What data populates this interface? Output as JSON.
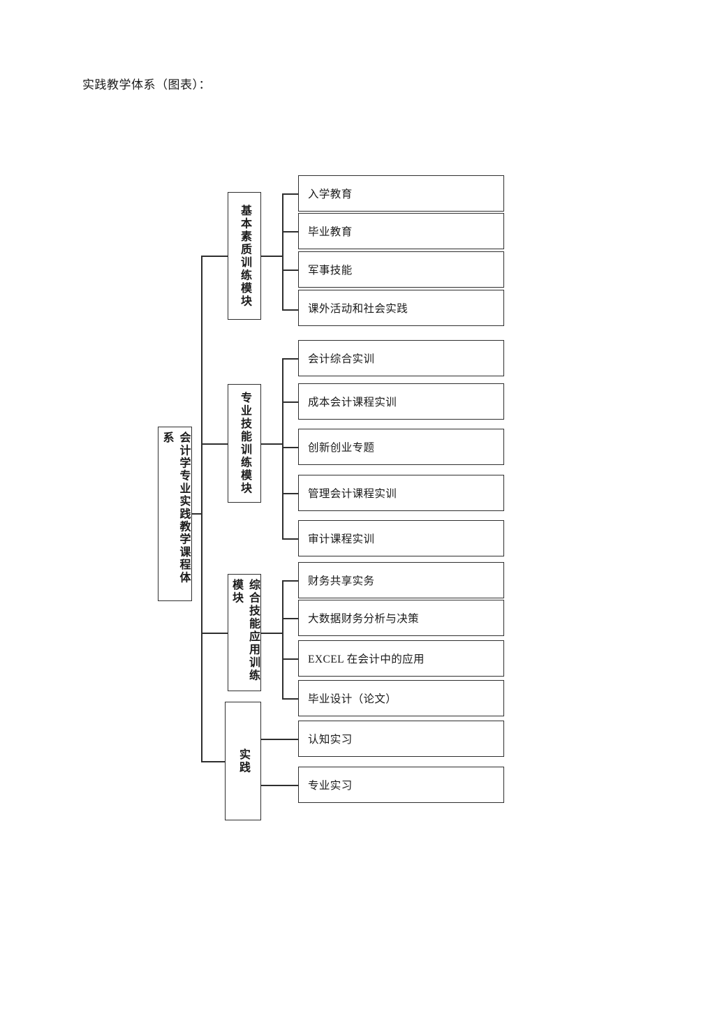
{
  "document": {
    "title": "实践教学体系（图表）："
  },
  "diagram": {
    "type": "hierarchy-tree",
    "orientation": "left-to-right",
    "line_color": "#2e2e2e",
    "box_fill": "#ffffff",
    "root": {
      "label": "会计学专业实践教学课程体系",
      "orientation": "vertical"
    },
    "modules": [
      {
        "label": "基本素质训练模块",
        "orientation": "vertical",
        "items": [
          "入学教育",
          "毕业教育",
          "军事技能",
          "课外活动和社会实践"
        ]
      },
      {
        "label": "专业技能训练模块",
        "orientation": "vertical",
        "items": [
          "会计综合实训",
          "成本会计课程实训",
          "创新创业专题",
          "管理会计课程实训",
          "审计课程实训"
        ]
      },
      {
        "label": "综合技能应用训练模块",
        "orientation": "vertical",
        "items": [
          "财务共享实务",
          "大数据财务分析与决策",
          "EXCEL 在会计中的应用",
          "毕业设计（论文）"
        ]
      },
      {
        "label": "实践",
        "orientation": "vertical",
        "items": [
          "认知实习",
          "专业实习"
        ]
      }
    ]
  }
}
